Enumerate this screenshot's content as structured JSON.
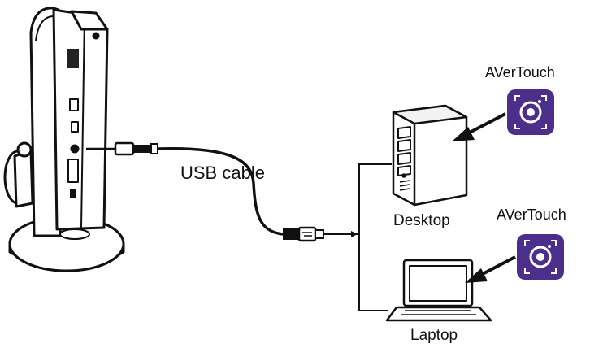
{
  "labels": {
    "cable": "USB cable",
    "desktop": "Desktop",
    "laptop": "Laptop",
    "app_top": "AVerTouch",
    "app_bottom": "AVerTouch"
  },
  "icons": {
    "camera": "document-camera-icon",
    "desktop": "desktop-tower-icon",
    "laptop": "laptop-icon",
    "app": "avertouch-app-icon"
  },
  "colors": {
    "line": "#111111",
    "app_bg": "#4b2f8a",
    "app_lens": "#ffffff"
  }
}
